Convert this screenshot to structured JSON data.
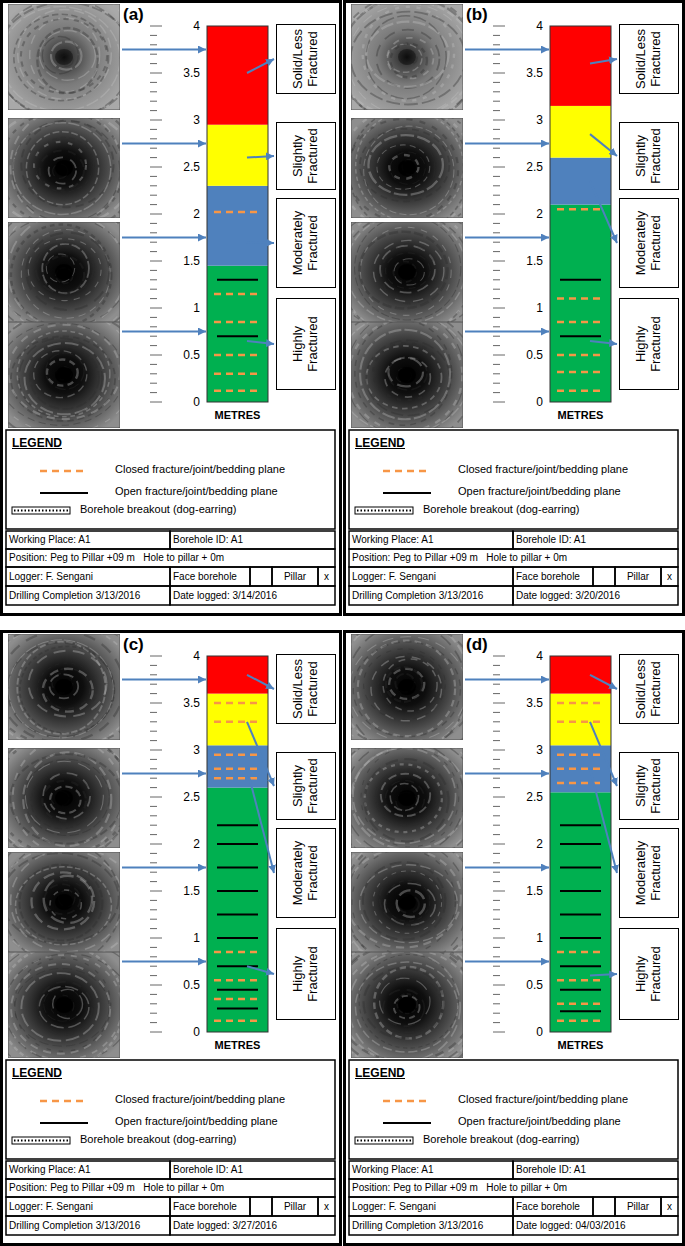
{
  "diagram": {
    "nodes": [
      {
        "text": [
          "(a)"
        ]
      },
      {
        "text": [
          "Solid/Less Fractured"
        ],
        "in": 0
      },
      {
        "text": [
          "Slightly Fractured"
        ],
        "in": 0
      },
      {
        "text": [
          "Moderately Fractured"
        ],
        "in": 0
      },
      {
        "text": [
          "Highly Fractured"
        ],
        "in": 0
      },
      {
        "text": [
          "(b)"
        ]
      },
      {
        "text": [
          "Solid/Less Fractured"
        ],
        "in": 5
      },
      {
        "text": [
          "Slightly Fractured"
        ],
        "in": 5
      },
      {
        "text": [
          "Moderately Fractured"
        ],
        "in": 5
      },
      {
        "text": [
          "Highly Fractured"
        ],
        "in": 5
      },
      {
        "text": [
          "(c)"
        ]
      },
      {
        "text": [
          "Solid/Less Fractured"
        ],
        "in": 10
      },
      {
        "text": [
          "Slightly Fractured"
        ],
        "in": 10
      },
      {
        "text": [
          "Moderately Fractured"
        ],
        "in": 10
      },
      {
        "text": [
          "Highly Fractured"
        ],
        "in": 10
      },
      {
        "text": [
          "(d)"
        ]
      },
      {
        "text": [
          "Solid/Less Fractured"
        ],
        "in": 15
      },
      {
        "text": [
          "Slightly Fractured"
        ],
        "in": 15
      },
      {
        "text": [
          "Moderately Fractured"
        ],
        "in": 15
      },
      {
        "text": [
          "Highly Fractured"
        ],
        "in": 15
      }
    ],
    "labels": [
      "4",
      "3.5",
      "3",
      "2.5",
      "2",
      "1.5",
      "1",
      "0.5",
      "0",
      "METRES",
      "LEGEND",
      "Working Place: A1",
      "Borehole ID: A1",
      "Position: Peg to Pillar +09 m   Hole to pillar + 0m",
      "Logger: F. Sengani",
      "Face borehole",
      "Pillar",
      "x",
      "Drilling Completion 3/13/2016",
      "Date logged: 3/14/2016",
      "4",
      "3.5",
      "3",
      "2.5",
      "2",
      "1.5",
      "1",
      "0.5",
      "0",
      "METRES",
      "LEGEND",
      "Working Place: A1",
      "Borehole ID: A1",
      "Position: Peg to Pillar +09 m   Hole to pillar + 0m",
      "Logger: F. Sengani",
      "Face borehole",
      "Pillar",
      "x",
      "Drilling Completion 3/13/2016",
      "Date logged: 3/20/2016",
      "4",
      "3.5",
      "3",
      "2.5",
      "2",
      "1.5",
      "1",
      "0.5",
      "0",
      "METRES",
      "LEGEND",
      "Working Place: A1",
      "Borehole ID: A1",
      "Position: Peg to Pillar +09 m   Hole to pillar + 0m",
      "Logger: F. Sengani",
      "Face borehole",
      "Pillar",
      "x",
      "Drilling Completion 3/13/2016",
      "Date logged: 3/27/2016",
      "4",
      "3.5",
      "3",
      "2.5",
      "2",
      "1.5",
      "1",
      "0.5",
      "0",
      "METRES",
      "LEGEND",
      "Working Place: A1",
      "Borehole ID: A1",
      "Position: Peg to Pillar +09 m   Hole to pillar + 0m",
      "Logger: F. Sengani",
      "Face borehole",
      "Pillar",
      "x",
      "Drilling Completion 3/13/2016",
      "Date logged: 04/03/2016"
    ],
    "legend": [
      {
        "text": "Closed fracture/joint/bedding plane"
      },
      {
        "text": "Open fracture/joint/bedding plane"
      },
      {
        "text": "Borehole breakout (dog-earring)"
      },
      {
        "text": "Closed fracture/joint/bedding plane"
      },
      {
        "text": "Open fracture/joint/bedding plane"
      },
      {
        "text": "Borehole breakout (dog-earring)"
      },
      {
        "text": "Closed fracture/joint/bedding plane"
      },
      {
        "text": "Open fracture/joint/bedding plane"
      },
      {
        "text": "Borehole breakout (dog-earring)"
      },
      {
        "text": "Closed fracture/joint/bedding plane"
      },
      {
        "text": "Open fracture/joint/bedding plane"
      },
      {
        "text": "Borehole breakout (dog-earring)"
      }
    ]
  }
}
